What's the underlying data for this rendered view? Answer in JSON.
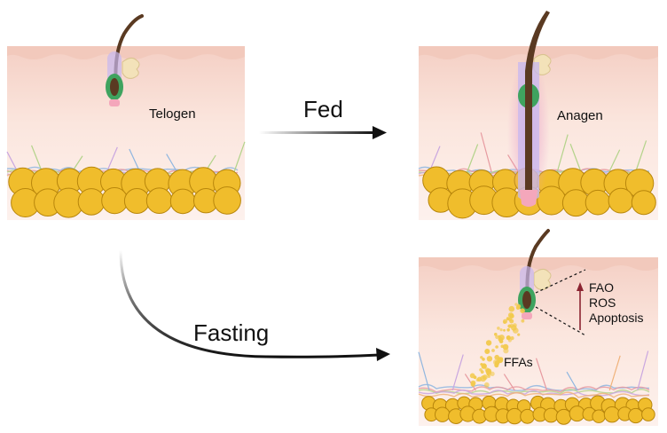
{
  "panels": {
    "left": {
      "stage_label": "Telogen"
    },
    "top_right": {
      "stage_label": "Anagen"
    },
    "bottom_right": {
      "ffa_label": "FFAs"
    }
  },
  "arrows": {
    "fed_label": "Fed",
    "fasting_label": "Fasting"
  },
  "effects": {
    "items": [
      "FAO",
      "ROS",
      "Apoptosis"
    ],
    "arrow_color": "#8b2431"
  },
  "colors": {
    "skin": "#f8dcd2",
    "skin_edge": "#efc4b8",
    "fat": "#f0bd2c",
    "fat_edge": "#b8860b",
    "hair": "#5a3a22",
    "sheath": "#3fa35f",
    "gland": "#f3e2b9",
    "papilla": "#f4a7bb"
  }
}
